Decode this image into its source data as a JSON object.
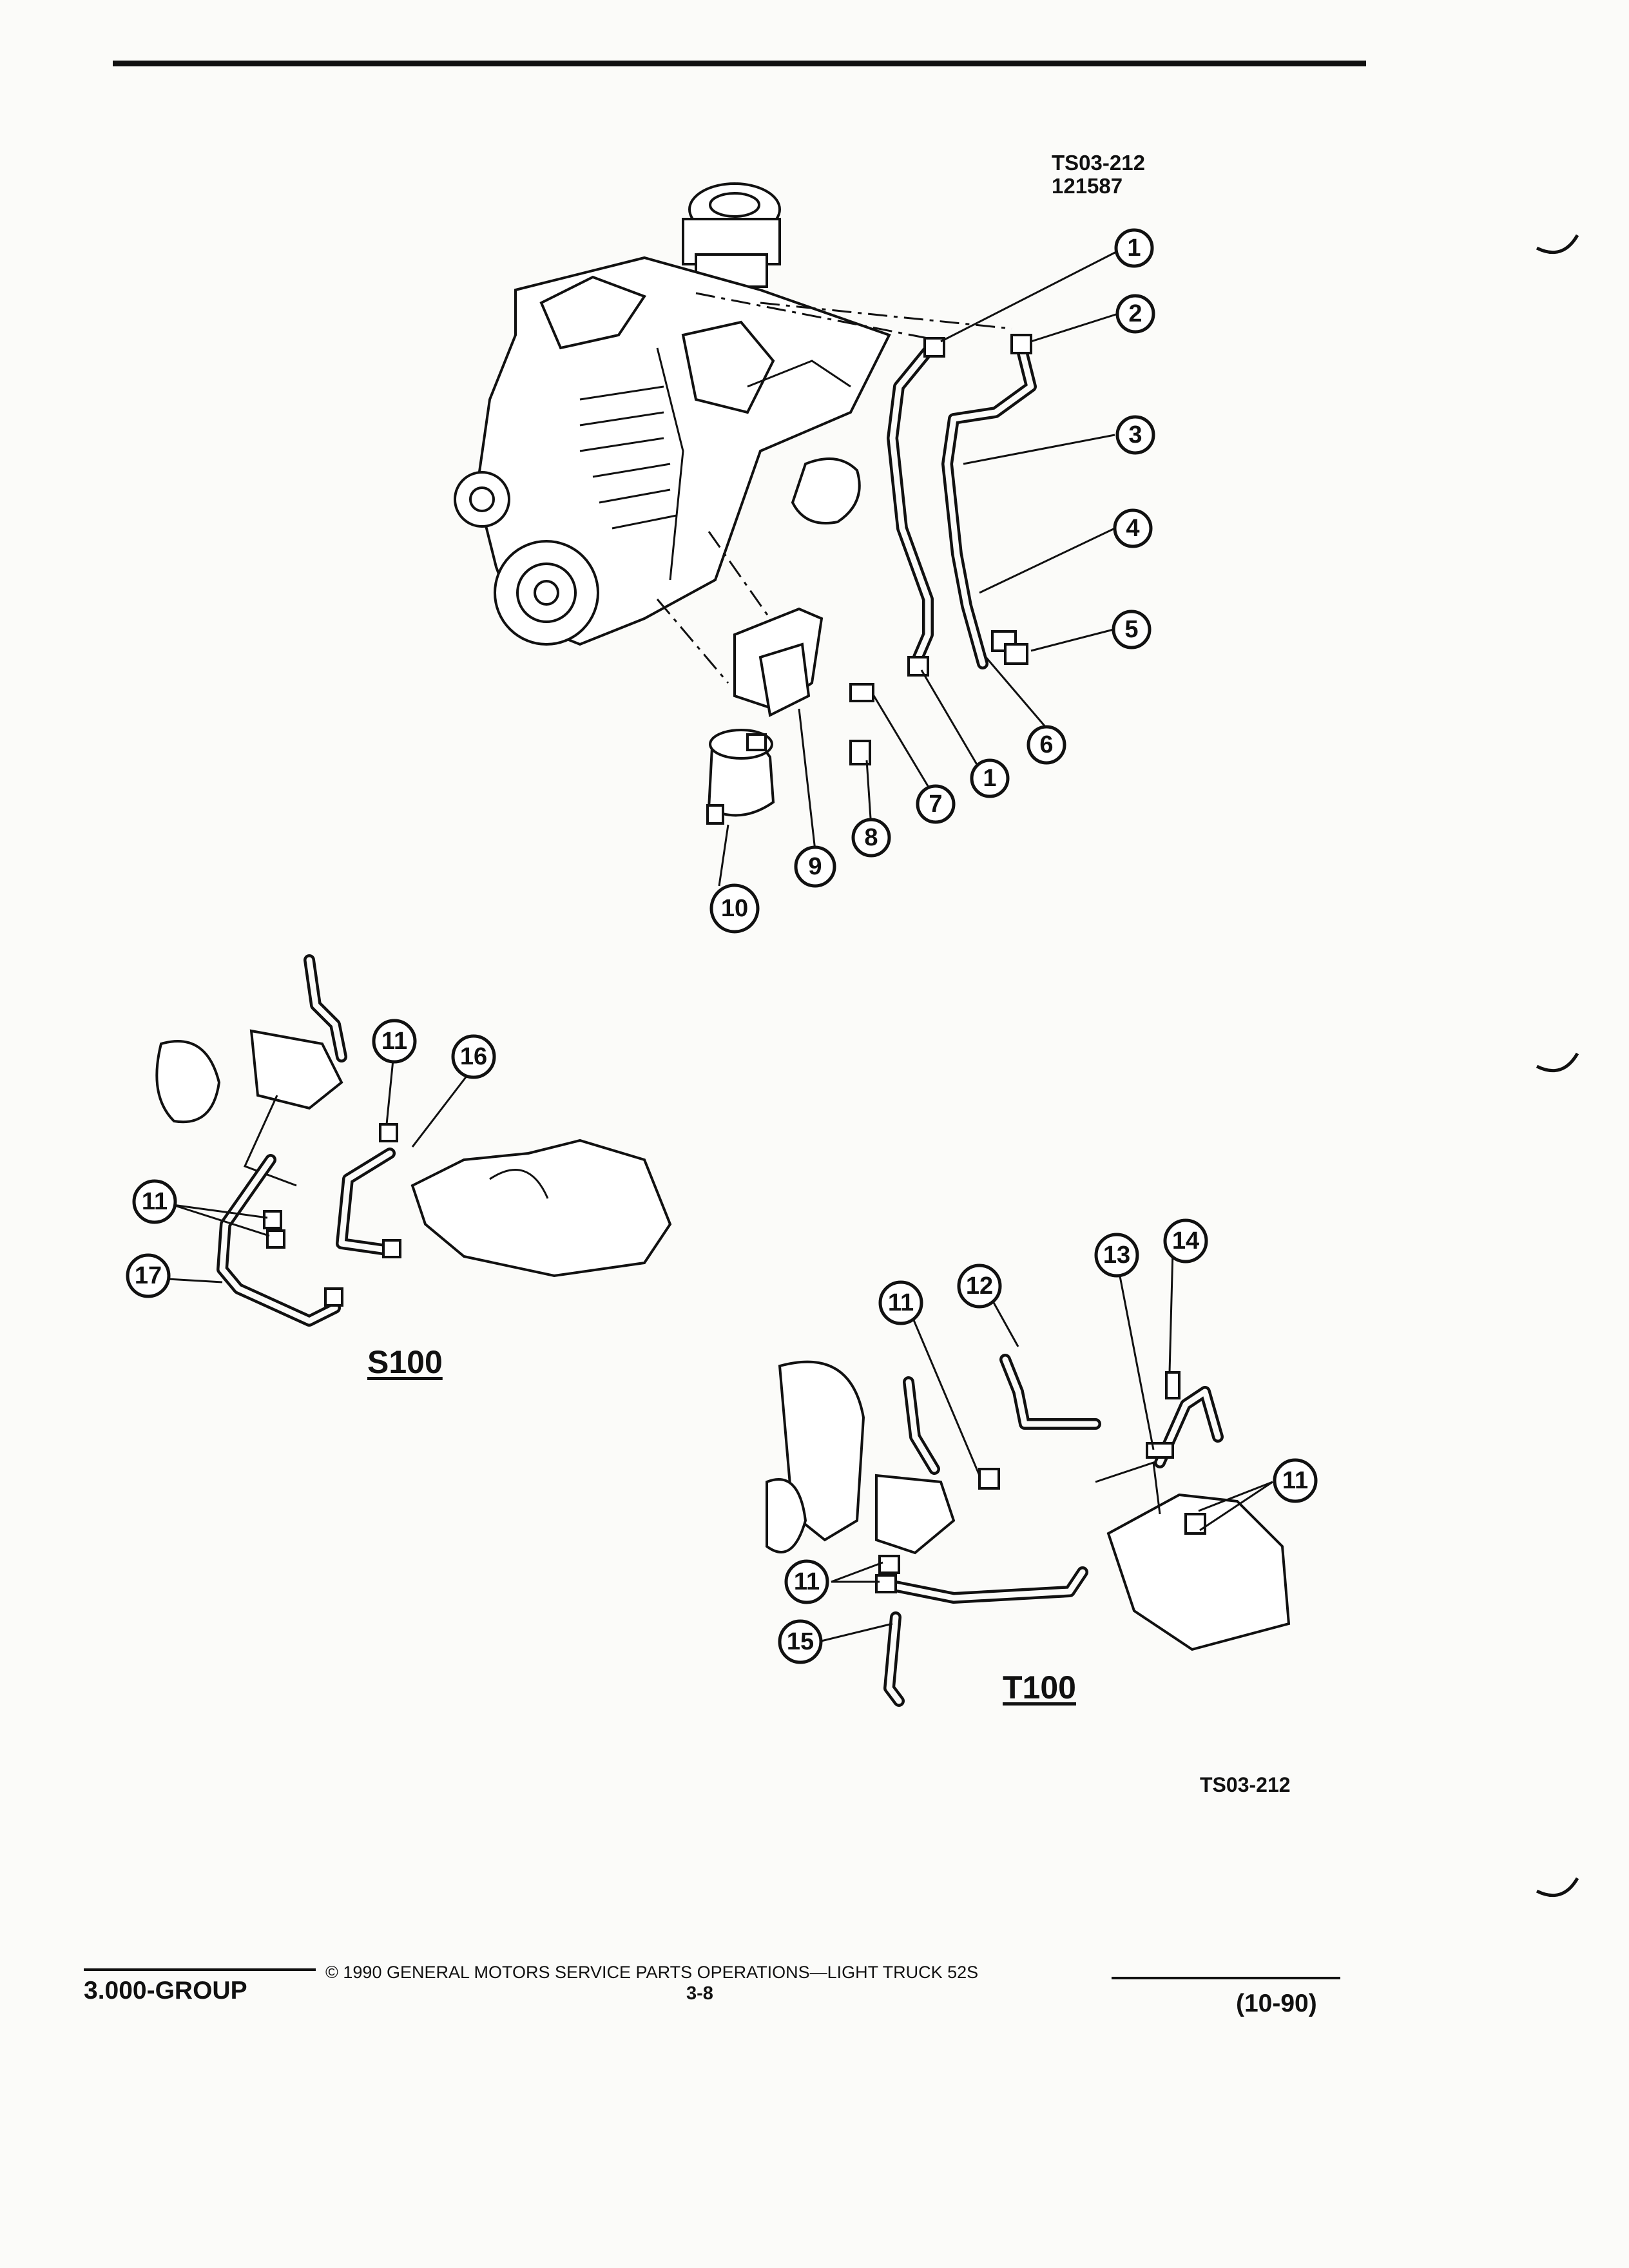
{
  "header": {
    "ref_code": "TS03-212",
    "ref_number": "121587"
  },
  "main_callouts": [
    "1",
    "2",
    "3",
    "4",
    "5",
    "1",
    "6",
    "7",
    "8",
    "9",
    "10"
  ],
  "s100": {
    "label": "S100",
    "callouts": [
      "11",
      "16",
      "11",
      "17"
    ]
  },
  "t100": {
    "label": "T100",
    "callouts": [
      "11",
      "12",
      "13",
      "14",
      "11",
      "11",
      "15"
    ]
  },
  "figure_ref": "TS03-212",
  "footer": {
    "group": "3.000-GROUP",
    "copyright": "© 1990 GENERAL MOTORS SERVICE PARTS OPERATIONS—LIGHT TRUCK 52S",
    "page": "3-8",
    "date": "(10-90)"
  }
}
